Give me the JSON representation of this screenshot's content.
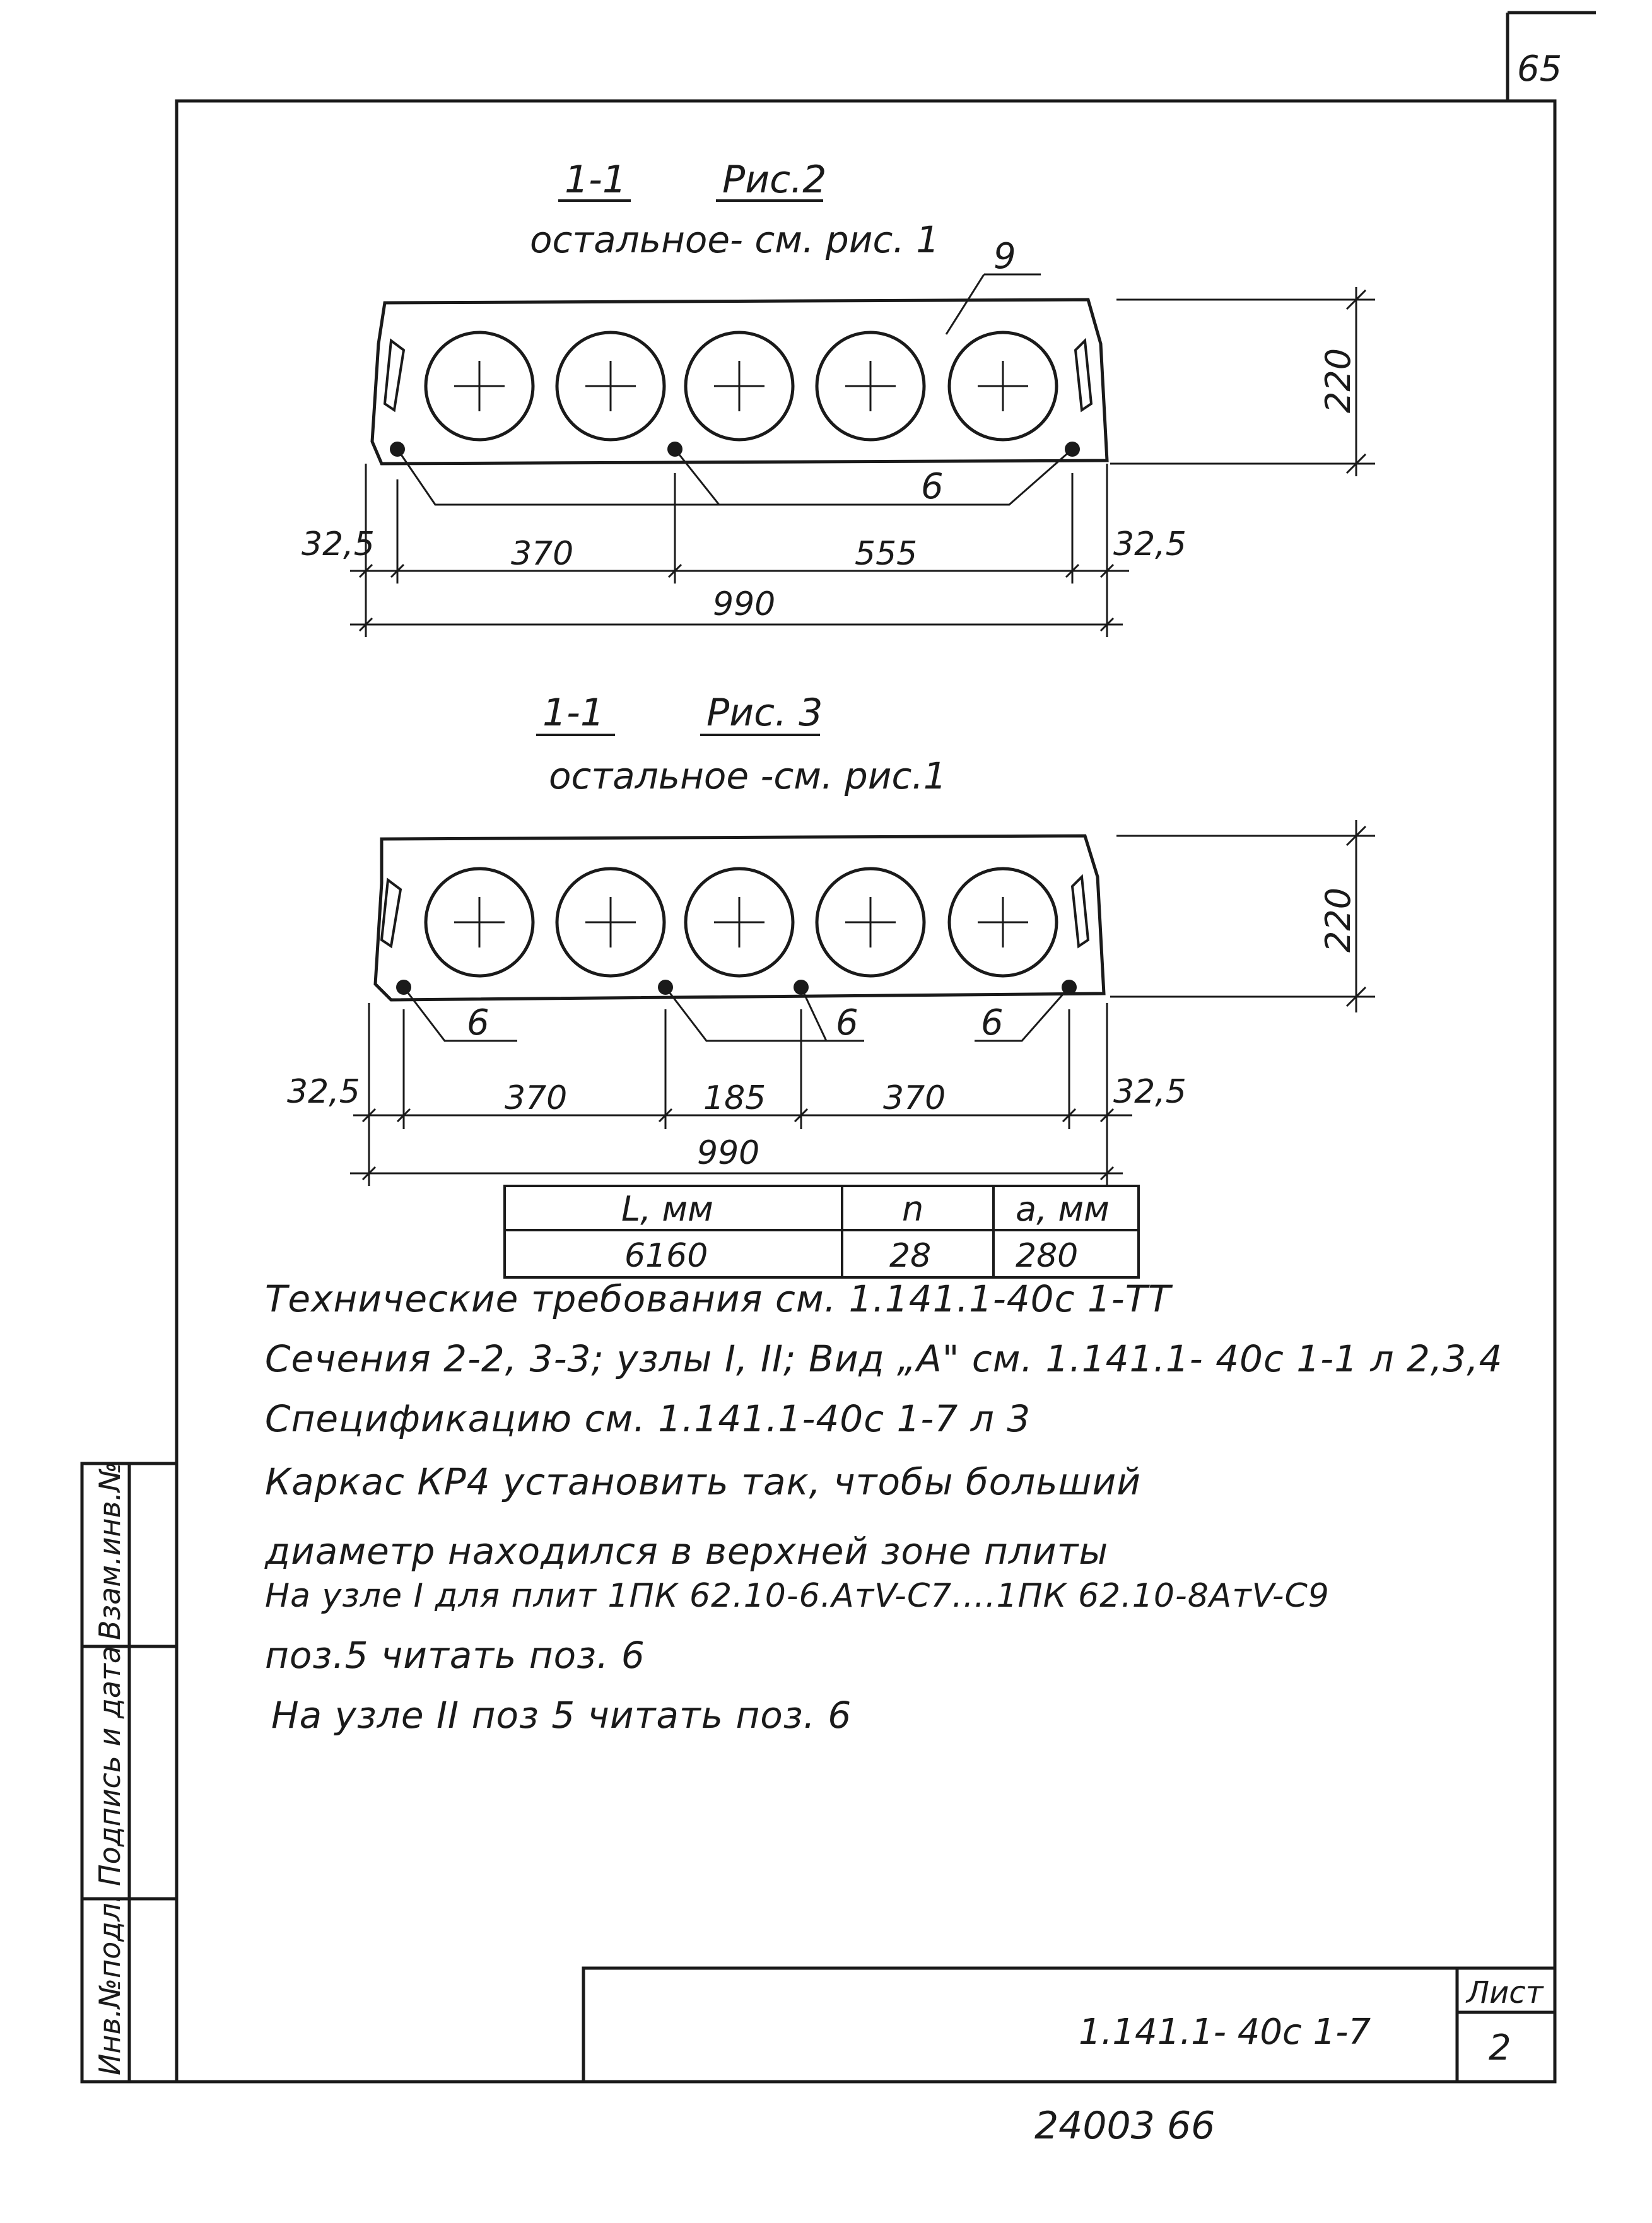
{
  "page": {
    "sheet_number_top": "65",
    "bottom_number": "24003  66"
  },
  "figure2": {
    "section": "1-1",
    "title": "Рис.2",
    "subtitle": "остальное- см. рис. 1",
    "callout_top": "9",
    "callout_bottom": "6",
    "height": "220",
    "dims": [
      "32,5",
      "370",
      "555",
      "32,5"
    ],
    "total": "990"
  },
  "figure3": {
    "section": "1-1",
    "title": "Рис. 3",
    "subtitle": "остальное -см. рис.1",
    "callouts": [
      "6",
      "6",
      "6"
    ],
    "height": "220",
    "dims": [
      "32,5",
      "370",
      "185",
      "370",
      "32,5"
    ],
    "total": "990"
  },
  "table": {
    "headers": [
      "L, мм",
      "n",
      "a, мм"
    ],
    "row": [
      "6160",
      "28",
      "280"
    ]
  },
  "notes": [
    "Технические требования см. 1.141.1-40с 1-ТТ",
    "Сечения 2-2, 3-3; узлы I, II; Вид „А\" см. 1.141.1- 40с 1-1 л 2,3,4",
    "Спецификацию см. 1.141.1-40с 1-7 л 3",
    "Каркас КР4 установить так, чтобы больший",
    "диаметр находился в верхней зоне плиты",
    "На узле I для плит 1ПК 62.10-6.АтV-С7....1ПК 62.10-8АтV-С9",
    "поз.5 читать поз. 6",
    "На узле II поз 5 читать поз. 6"
  ],
  "side_stamp": {
    "inv_podl": "Инв.№подл.",
    "podpis": "Подпись и дата",
    "vzam": "Взам.инв.№"
  },
  "title_block": {
    "doc_code": "1.141.1- 40с 1-7",
    "sheet_label": "Лист",
    "sheet_no": "2"
  }
}
